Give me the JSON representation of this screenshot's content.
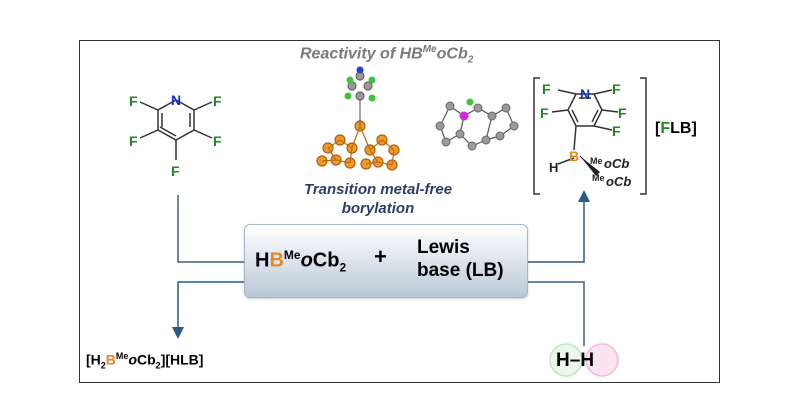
{
  "title": {
    "prefix": "Reactivity of HB",
    "sup": "Me",
    "suffix": "oCb",
    "sub": "2"
  },
  "pyridine": {
    "F_label": "F",
    "N_label": "N"
  },
  "structure_caption": {
    "line1": "Transition metal-free",
    "line2": "borylation"
  },
  "reagent": {
    "H": "H",
    "B": "B",
    "sup": "Me",
    "o": "o",
    "Cb": "Cb",
    "sub": "2",
    "plus": "+",
    "lb_line1": "Lewis",
    "lb_line2": "base (LB)"
  },
  "product_left": {
    "open": "[H",
    "sub2": "2",
    "B": "B",
    "sup": "Me",
    "o": "o",
    "Cb": "Cb",
    "sub2b": "2",
    "close": "][HLB]"
  },
  "product_right": {
    "F_label": "F",
    "N_label": "N",
    "B_label": "B",
    "H_label": "H",
    "meocb1": "Me",
    "meocb1b": "oCb",
    "meocb2": "Me",
    "meocb2b": "oCb",
    "flb_open": "[",
    "flb_F": "F",
    "flb_LB": "LB",
    "flb_close": "]"
  },
  "h2": {
    "H1": "H",
    "dash": "–",
    "H2": "H"
  },
  "colors": {
    "fluorine": "#1e8a1e",
    "nitrogen": "#1a2fbf",
    "boron": "#e58a1f",
    "arrow": "#2a5a8a",
    "line": "#3d5f82"
  }
}
